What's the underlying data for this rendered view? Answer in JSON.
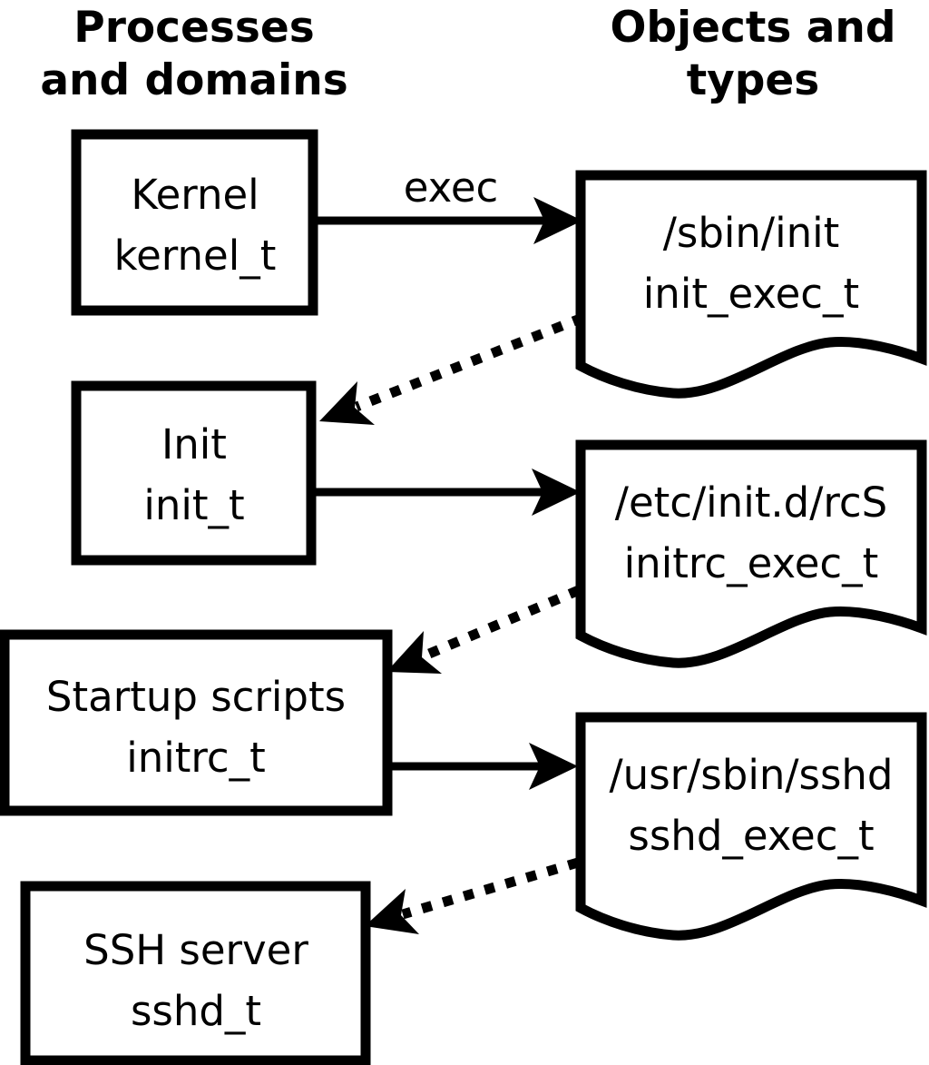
{
  "diagram": {
    "title_semantic": "SELinux domain transitions from kernel to sshd",
    "columns": {
      "left_header": {
        "line1": "Processes",
        "line2": "and domains"
      },
      "right_header": {
        "line1": "Objects and",
        "line2": "types"
      }
    },
    "process_nodes": [
      {
        "label": "Kernel",
        "domain": "kernel_t"
      },
      {
        "label": "Init",
        "domain": "init_t"
      },
      {
        "label": "Startup scripts",
        "domain": "initrc_t"
      },
      {
        "label": "SSH server",
        "domain": "sshd_t"
      }
    ],
    "object_nodes": [
      {
        "path": "/sbin/init",
        "type": "init_exec_t"
      },
      {
        "path": "/etc/init.d/rcS",
        "type": "initrc_exec_t"
      },
      {
        "path": "/usr/sbin/sshd",
        "type": "sshd_exec_t"
      }
    ],
    "edge_labels": {
      "exec": "exec"
    },
    "colors": {
      "foreground": "#000000",
      "background": "#ffffff"
    }
  }
}
